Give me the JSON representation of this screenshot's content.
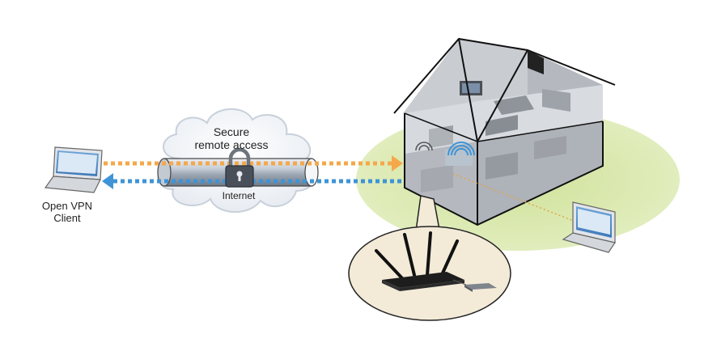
{
  "labels": {
    "client_line1": "Open VPN",
    "client_line2": "Client",
    "tunnel_line1": "Secure",
    "tunnel_line2": "remote access",
    "internet": "Internet"
  },
  "icons": {
    "laptop": "laptop-icon",
    "lock": "padlock-icon",
    "house": "house-cutaway-icon",
    "router": "router-icon",
    "wifi": "wifi-icon"
  },
  "colors": {
    "outbound_arrow": "#f5a84a",
    "inbound_arrow": "#3e94d6",
    "ground": "#d6e6a3",
    "cloud": "#f2f5f9",
    "callout": "#f3ead8"
  }
}
